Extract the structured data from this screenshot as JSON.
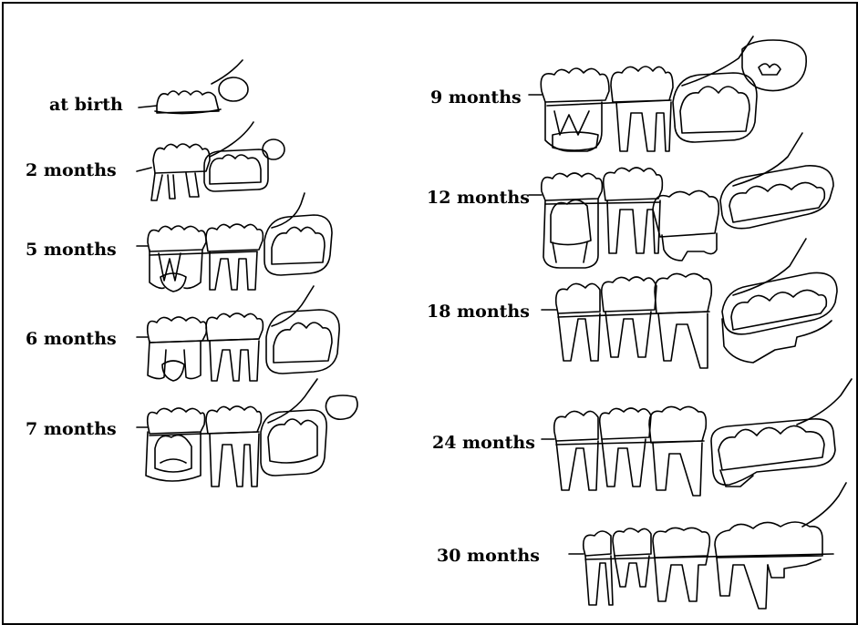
{
  "figure": {
    "stages": [
      {
        "id": "at-birth",
        "label": "at birth"
      },
      {
        "id": "2-months",
        "label": "2 months"
      },
      {
        "id": "5-months",
        "label": "5 months"
      },
      {
        "id": "6-months",
        "label": "6 months"
      },
      {
        "id": "7-months",
        "label": "7 months"
      },
      {
        "id": "9-months",
        "label": "9 months"
      },
      {
        "id": "12-months",
        "label": "12 months"
      },
      {
        "id": "18-months",
        "label": "18 months"
      },
      {
        "id": "24-months",
        "label": "24 months"
      },
      {
        "id": "30-months",
        "label": "30 months"
      }
    ]
  }
}
